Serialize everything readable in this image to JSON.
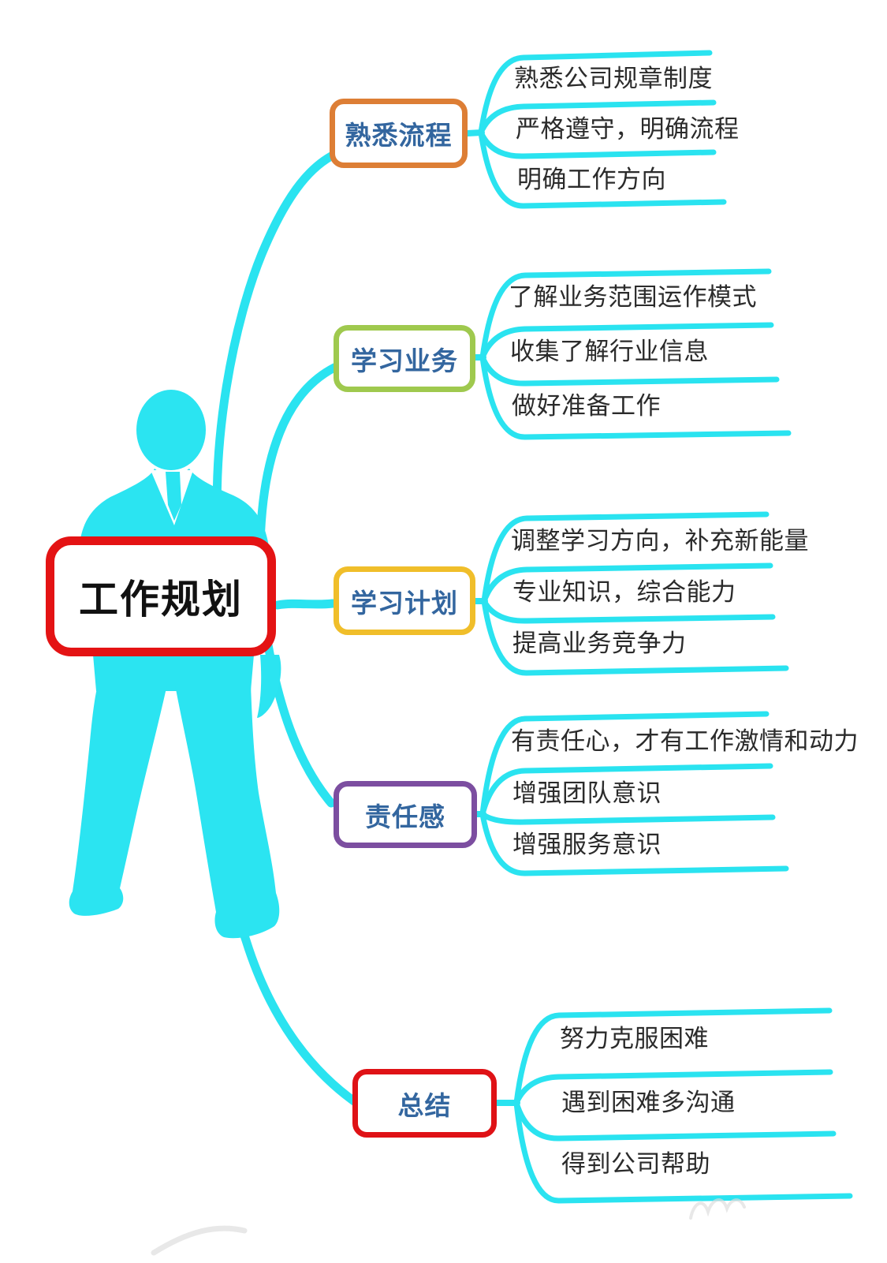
{
  "central": {
    "label": "工作规划"
  },
  "branches": [
    {
      "label": "熟悉流程",
      "border_color": "#dd7e35",
      "leaves": [
        "熟悉公司规章制度",
        "严格遵守，明确流程",
        "明确工作方向"
      ]
    },
    {
      "label": "学习业务",
      "border_color": "#9fc94e",
      "leaves": [
        "了解业务范围运作模式",
        "收集了解行业信息",
        "做好准备工作"
      ]
    },
    {
      "label": "学习计划",
      "border_color": "#f0be2a",
      "leaves": [
        "调整学习方向，补充新能量",
        "专业知识，综合能力",
        "提高业务竞争力"
      ]
    },
    {
      "label": "责任感",
      "border_color": "#7c4ea0",
      "leaves": [
        "有责任心，才有工作激情和动力",
        "增强团队意识",
        "增强服务意识"
      ]
    },
    {
      "label": "总结",
      "border_color": "#df1216",
      "leaves": [
        "努力克服困难",
        "遇到困难多沟通",
        "得到公司帮助"
      ]
    }
  ],
  "colors": {
    "connector_cyan": "#2ae3f0",
    "central_border": "#e41314",
    "central_text": "#111111",
    "branch_label": "#33669f",
    "leaf_text": "#2b2b2b",
    "figure_cyan": "#2be4f1"
  },
  "figure": {
    "name": "businessman-silhouette"
  }
}
